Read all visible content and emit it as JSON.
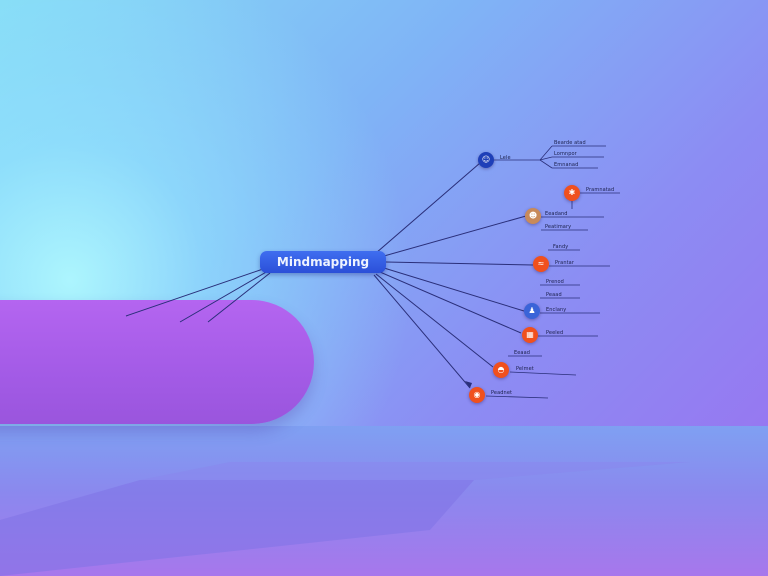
{
  "central_topic": {
    "label": "Mindmapping"
  },
  "branches": [
    {
      "id": "b1",
      "icon": "face-icon",
      "node_color": "#1e3fb8",
      "label": "Lele",
      "subitems": [
        "Bearde atad",
        "Lomnpor",
        "Emnanad"
      ]
    },
    {
      "id": "b2",
      "icon": "gear-icon",
      "node_color": "#f0501e",
      "label": "Pramnatad",
      "subitems": []
    },
    {
      "id": "b3",
      "icon": "person-icon",
      "node_color": "#c88a5a",
      "label": "Eeadand",
      "subitems": [
        "Peatimary"
      ]
    },
    {
      "id": "b4",
      "icon": "chart-icon",
      "node_color": "#f0501e",
      "label": "Prantar",
      "subitems": [
        "Fandy"
      ]
    },
    {
      "id": "b5",
      "icon": "people-icon",
      "node_color": "#3a64d8",
      "label": "Enclany",
      "subitems": [
        "Prenod",
        "Peaad"
      ]
    },
    {
      "id": "b6",
      "icon": "grid-icon",
      "node_color": "#f0501e",
      "label": "Peeled",
      "subitems": []
    },
    {
      "id": "b7",
      "icon": "car-icon",
      "node_color": "#f0501e",
      "label": "Pelmet",
      "subitems": [
        "Eeaad"
      ]
    },
    {
      "id": "b8",
      "icon": "eye-icon",
      "node_color": "#f0501e",
      "label": "Peadnet",
      "subitems": []
    }
  ],
  "colors": {
    "connector": "#2a2f7a",
    "central_node": "#2f56e0",
    "accent_orange": "#f0501e"
  }
}
